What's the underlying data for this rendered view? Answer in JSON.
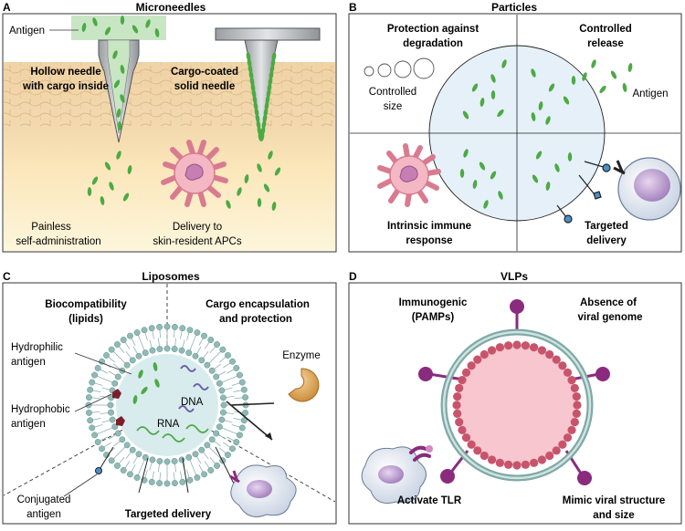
{
  "colors": {
    "skin_top": "#f0d3a6",
    "skin_bottom": "#fdf3d6",
    "needle_fill": "#cfd2d4",
    "antigen_green": "#4caa44",
    "particle_fill": "#e6f0f8",
    "liposome_teal": "#7fa9a6",
    "vlp_pink": "#f7c6cf",
    "vlp_bead": "#c8546c",
    "spike_purple": "#8a2b7e",
    "apc_pink": "#f3b8c3"
  },
  "panel_a": {
    "letter": "A",
    "title": "Microneedles",
    "antigen": "Antigen",
    "hollow_1": "Hollow needle",
    "hollow_2": "with cargo inside",
    "coated_1": "Cargo-coated",
    "coated_2": "solid needle",
    "painless_1": "Painless",
    "painless_2": "self-administration",
    "delivery_1": "Delivery to",
    "delivery_2": "skin-resident APCs"
  },
  "panel_b": {
    "letter": "B",
    "title": "Particles",
    "protection_1": "Protection against",
    "protection_2": "degradation",
    "controlled_release_1": "Controlled",
    "controlled_release_2": "release",
    "size_1": "Controlled",
    "size_2": "size",
    "antigen": "Antigen",
    "intrinsic_1": "Intrinsic immune",
    "intrinsic_2": "response",
    "targeted_1": "Targeted",
    "targeted_2": "delivery"
  },
  "panel_c": {
    "letter": "C",
    "title": "Liposomes",
    "biocompat_1": "Biocompatibility",
    "biocompat_2": "(lipids)",
    "cargo_1": "Cargo encapsulation",
    "cargo_2": "and protection",
    "hydrophilic_1": "Hydrophilic",
    "hydrophilic_2": "antigen",
    "hydrophobic_1": "Hydrophobic",
    "hydrophobic_2": "antigen",
    "enzyme": "Enzyme",
    "dna": "DNA",
    "rna": "RNA",
    "conjugated_1": "Conjugated",
    "conjugated_2": "antigen",
    "targeted": "Targeted delivery"
  },
  "panel_d": {
    "letter": "D",
    "title": "VLPs",
    "immuno_1": "Immunogenic",
    "immuno_2": "(PAMPs)",
    "absence_1": "Absence of",
    "absence_2": "viral genome",
    "tlr": "Activate TLR",
    "mimic_1": "Mimic viral structure",
    "mimic_2": "and size"
  }
}
